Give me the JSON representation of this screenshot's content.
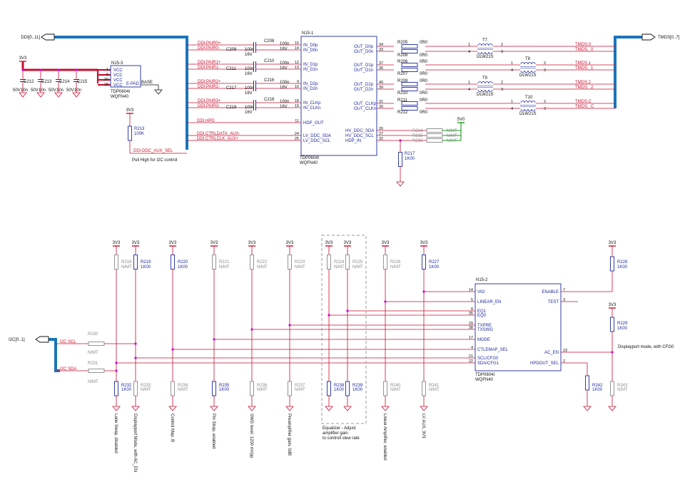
{
  "colors": {
    "net": "#c8102e",
    "bus": "#1b75bb",
    "part": "#1d2a9e",
    "text": "#111111",
    "nomount": "#8a8a8a",
    "junction": "#d400d4",
    "power_5v": "#1a9a1a"
  },
  "buses": {
    "ddi": "DDI[0..11]",
    "tmds": "TMDS[0..7]",
    "i2c": "I2C[0..1]"
  },
  "top": {
    "power_net": "3V3",
    "decoupling_caps": [
      {
        "ref": "C212",
        "rating": "50V",
        "value": "10n"
      },
      {
        "ref": "C213",
        "rating": "50V",
        "value": "10n"
      },
      {
        "ref": "C214",
        "rating": "50V",
        "value": "10n"
      },
      {
        "ref": "C215",
        "rating": "50V",
        "value": "10n"
      }
    ],
    "n15_3": {
      "ref": "N15-3",
      "pins": [
        "VCC",
        "VCC",
        "VCC",
        "VCC"
      ],
      "epad": "E-PAD",
      "pin_numbers": [
        "1",
        "6",
        "20",
        "28"
      ],
      "part": "TDP0604I",
      "package": "WQFN40",
      "net": "BASE"
    },
    "r213": {
      "ref": "R213",
      "value": "100K",
      "rail": "3V3"
    },
    "pullhigh_note": "Pull High for I2C control",
    "input_nets": [
      "DDI.PAIR0+",
      "DDI.PAIR0-",
      "DDI.PAIR1+",
      "DDI.PAIR1-",
      "DDI.PAIR2+",
      "DDI.PAIR2-",
      "DDI.PAIR3+",
      "DDI.PAIR3-",
      "DDI.HPD",
      "DDI.CTRLDATA_AUX-",
      "DDI.CTRLCLK_AUX+",
      "DDI.DDC_AUX_SEL"
    ],
    "coupling_caps": [
      {
        "ref": "C208",
        "value": "100n",
        "rating": "16V"
      },
      {
        "ref": "C209",
        "value": "100n",
        "rating": "16V"
      },
      {
        "ref": "C210",
        "value": "100n",
        "rating": "16V"
      },
      {
        "ref": "C211",
        "value": "100n",
        "rating": "16V"
      },
      {
        "ref": "C216",
        "value": "100n",
        "rating": "16V"
      },
      {
        "ref": "C217",
        "value": "100n",
        "rating": "16V"
      },
      {
        "ref": "C218",
        "value": "100n",
        "rating": "16V"
      },
      {
        "ref": "C219",
        "value": "100n",
        "rating": "16V"
      }
    ],
    "n15_1": {
      "ref": "N15-1",
      "part": "TDP0604I",
      "package": "WQFN40",
      "left_pins": [
        {
          "name": "IN_D0p",
          "num": "15"
        },
        {
          "name": "IN_D0n",
          "num": "14"
        },
        {
          "name": "IN_D1p",
          "num": "12"
        },
        {
          "name": "IN_D1n",
          "num": "13"
        },
        {
          "name": "IN_D2p",
          "num": "9"
        },
        {
          "name": "IN_D2n",
          "num": "10"
        },
        {
          "name": "IN_CLKp",
          "num": "18"
        },
        {
          "name": "IN_CLKn",
          "num": "19"
        },
        {
          "name": "HDP_OUT",
          "num": "11"
        },
        {
          "name": "LV_DDC_SDA",
          "num": "24"
        },
        {
          "name": "LV_DDC_SCL",
          "num": "25"
        }
      ],
      "right_pins": [
        {
          "name": "OUT_D0p",
          "num": "34"
        },
        {
          "name": "OUT_D0n",
          "num": "33"
        },
        {
          "name": "OUT_D1p",
          "num": "37"
        },
        {
          "name": "OUT_D1n",
          "num": "36"
        },
        {
          "name": "OUT_D2p",
          "num": "40"
        },
        {
          "name": "OUT_D2n",
          "num": "39"
        },
        {
          "name": "OUT_CLKp",
          "num": "31"
        },
        {
          "name": "OUT_CLKn",
          "num": "30"
        },
        {
          "name": "HV_DDC_SDA",
          "num": "26"
        },
        {
          "name": "HV_DDC_SCL",
          "num": "27"
        },
        {
          "name": "HDP_IN",
          "num": "32"
        }
      ]
    },
    "series_resistors": [
      {
        "ref": "R205",
        "value": "0R0"
      },
      {
        "ref": "R208",
        "value": "0R0"
      },
      {
        "ref": "R206",
        "value": "0R0"
      },
      {
        "ref": "R207",
        "value": "0R0"
      },
      {
        "ref": "R209",
        "value": "0R0"
      },
      {
        "ref": "R210",
        "value": "0R0"
      },
      {
        "ref": "R211",
        "value": "0R0"
      },
      {
        "ref": "R212",
        "value": "0R0"
      }
    ],
    "nomount_resistors": [
      {
        "ref": "R214",
        "value": "N/MT"
      },
      {
        "ref": "R215",
        "value": "N/MT"
      },
      {
        "ref": "R216",
        "value": "N/MT"
      }
    ],
    "r217": {
      "ref": "R217",
      "value": "1K00"
    },
    "rail_5v": "5V0",
    "chokes": [
      {
        "ref": "T7",
        "part": "DLW21S"
      },
      {
        "ref": "T8",
        "part": "DLW21S"
      },
      {
        "ref": "T9",
        "part": "DLW21S"
      },
      {
        "ref": "T10",
        "part": "DLW21S"
      }
    ],
    "choke_pins": [
      "1",
      "4",
      "2",
      "3"
    ],
    "output_nets": [
      "TMDS.0",
      "TMDS._0",
      "TMDS.1",
      "TMDS._1",
      "TMDS.2",
      "TMDS._2",
      "TMDS.C",
      "TMDS._C"
    ]
  },
  "bottom": {
    "rail": "3V3",
    "pullups": [
      {
        "ref": "R218",
        "value": "N/MT"
      },
      {
        "ref": "R219",
        "value": "1K00"
      },
      {
        "ref": "R220",
        "value": "1K00"
      },
      {
        "ref": "R221",
        "value": "N/MT"
      },
      {
        "ref": "R222",
        "value": "N/MT"
      },
      {
        "ref": "R223",
        "value": "N/MT"
      },
      {
        "ref": "R224",
        "value": "N/MT"
      },
      {
        "ref": "R225",
        "value": "N/MT"
      },
      {
        "ref": "R226",
        "value": "N/MT"
      },
      {
        "ref": "R227",
        "value": "1K00"
      }
    ],
    "pulldowns": [
      {
        "ref": "R232",
        "value": "1K00"
      },
      {
        "ref": "R233",
        "value": "N/MT"
      },
      {
        "ref": "R234",
        "value": "N/MT"
      },
      {
        "ref": "R235",
        "value": "1K00"
      },
      {
        "ref": "R236",
        "value": "N/MT"
      },
      {
        "ref": "R237",
        "value": "N/MT"
      },
      {
        "ref": "R238",
        "value": "1K00"
      },
      {
        "ref": "R239",
        "value": "1K00"
      },
      {
        "ref": "R240",
        "value": "N/MT"
      },
      {
        "ref": "R241",
        "value": "N/MT"
      }
    ],
    "strap_notes": [
      "Lane Swap, disabled",
      "Displayport Mode, with AC_EN",
      "Control Map. B",
      "Pin Strap, enabled",
      "SWG level: 1200 mVpp",
      "Preamplifier gain, 0dB",
      "Linear Amplifier, enabled",
      "LV AUX, 3V3"
    ],
    "equalizer_note": "Equalizer - Adjust amplifier gain to controll slew rate",
    "i2c_nets": {
      "scl": "I2C SCL",
      "sda": "I2C SDA"
    },
    "r230": {
      "ref": "R230",
      "value": "N/MT"
    },
    "r231": {
      "ref": "R231",
      "value": "N/MT"
    },
    "n15_2": {
      "ref": "N15-2",
      "part": "TDP0604I",
      "package": "WQFN40",
      "left_pins": [
        {
          "name": "VIO",
          "num": "14"
        },
        {
          "name": "LINEAR_EN",
          "num": "5"
        },
        {
          "name": "EQ1",
          "num": "8"
        },
        {
          "name": "EQ0",
          "num": "35"
        },
        {
          "name": "TXPRE",
          "num": "29"
        },
        {
          "name": "TXSWG",
          "num": "38"
        },
        {
          "name": "MODE",
          "num": "17"
        },
        {
          "name": "CTLEMAP_SEL",
          "num": "4"
        },
        {
          "name": "SCL/CFG0",
          "num": "21"
        },
        {
          "name": "SDA/CFG1",
          "num": "22"
        }
      ],
      "right_pins": [
        {
          "name": "ENABLE",
          "num": "7"
        },
        {
          "name": "TEST",
          "num": "3"
        },
        {
          "name": "AC_EN",
          "num": "23"
        },
        {
          "name": "HPDOUT_SEL",
          "num": "2"
        }
      ]
    },
    "r228": {
      "ref": "R228",
      "value": "1K00"
    },
    "r229": {
      "ref": "R229",
      "value": "1K00"
    },
    "r242": {
      "ref": "R242",
      "value": "1K00"
    },
    "r243": {
      "ref": "R243",
      "value": "N/MT"
    },
    "dp_note": "Displayport mode, with CFG0"
  }
}
